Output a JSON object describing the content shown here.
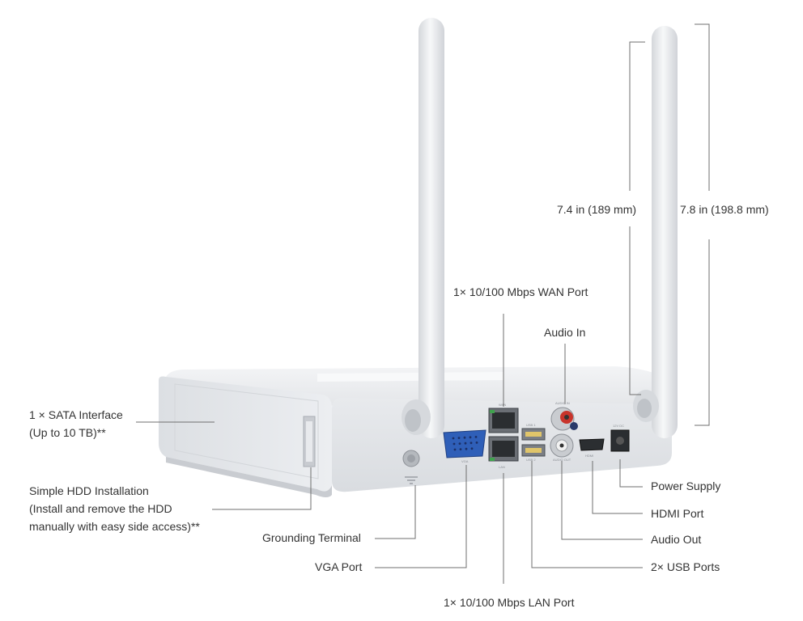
{
  "dimensions": {
    "antenna_height": "7.4 in (189 mm)",
    "total_height": "7.8 in (198.8 mm)"
  },
  "labels": {
    "wan_port": "1× 10/100 Mbps WAN Port",
    "audio_in": "Audio In",
    "sata_line1": "1 × SATA Interface",
    "sata_line2": "(Up to 10 TB)**",
    "hdd_line1": "Simple HDD Installation",
    "hdd_line2": "(Install and remove the HDD",
    "hdd_line3": "manually with easy side access)**",
    "grounding": "Grounding Terminal",
    "vga": "VGA Port",
    "lan_port": "1× 10/100 Mbps LAN Port",
    "power": "Power Supply",
    "hdmi": "HDMI Port",
    "audio_out": "Audio Out",
    "usb": "2× USB Ports"
  },
  "device_markings": {
    "wan": "WAN",
    "lan": "LAN",
    "vga": "VGA",
    "usb1": "USB 1",
    "usb2": "USB 2",
    "audio_in": "AUDIO IN",
    "audio_out": "AUDIO OUT",
    "hdmi": "HDMI",
    "dc": "12V DC"
  },
  "colors": {
    "device_body": "#eceef0",
    "ethernet_led": "#3fa34d",
    "audio_in_ring": "#c8342b",
    "vga_port": "#2f5fb8",
    "leader_line": "#6f6f6f"
  }
}
